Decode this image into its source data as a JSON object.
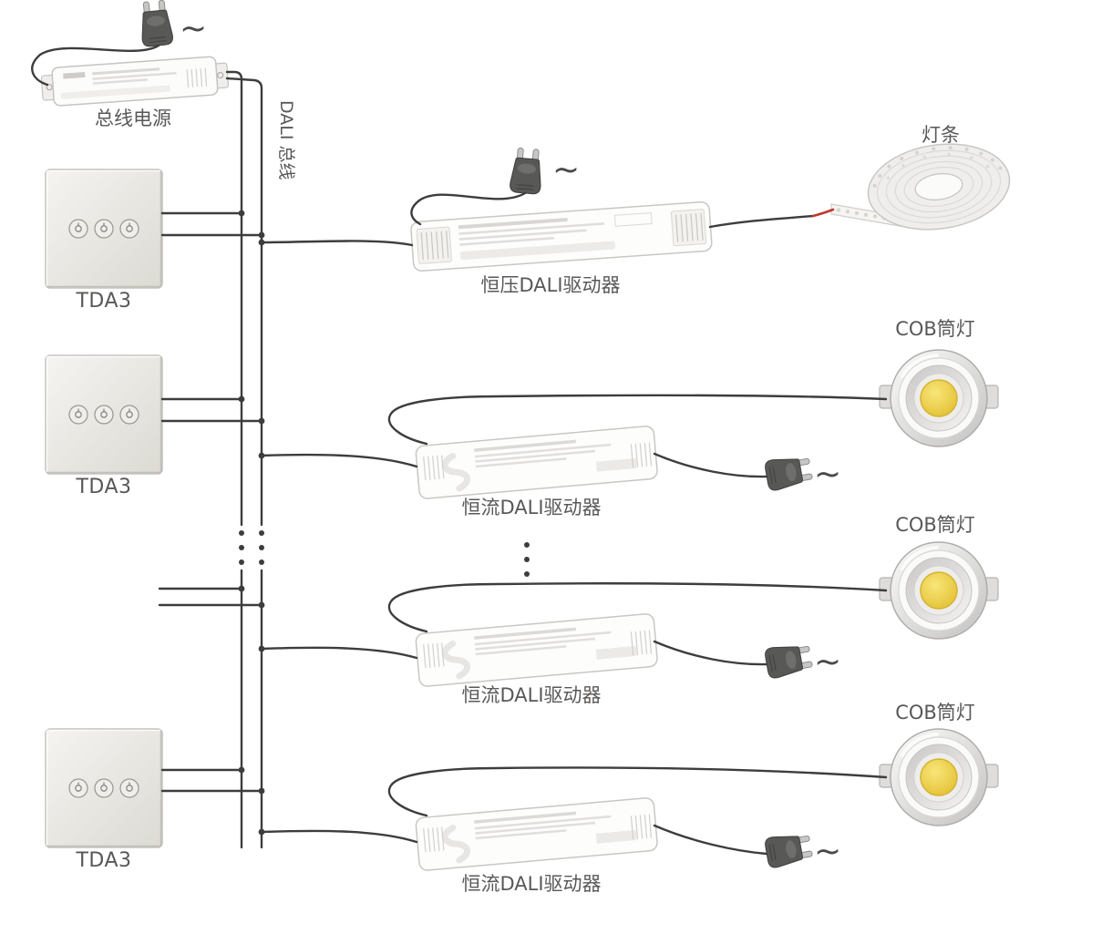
{
  "diagram": {
    "ac_symbol": "~",
    "bus_power": {
      "label": "总线电源"
    },
    "dali_bus": {
      "label": "DALI 总线"
    },
    "panels": [
      {
        "label": "TDA3"
      },
      {
        "label": "TDA3"
      },
      {
        "label": "TDA3"
      }
    ],
    "drivers": [
      {
        "label": "恒压DALI驱动器",
        "load": {
          "label": "灯条"
        }
      },
      {
        "label": "恒流DALI驱动器",
        "load": {
          "label": "COB筒灯"
        }
      },
      {
        "label": "恒流DALI驱动器",
        "load": {
          "label": "COB筒灯"
        }
      },
      {
        "label": "恒流DALI驱动器",
        "load": {
          "label": "COB筒灯"
        }
      }
    ],
    "colors": {
      "wire": "#3d3d3c",
      "label_text": "#5a5857",
      "cob_yellow": "#e8c93d",
      "live_wire": "#c0392f"
    }
  }
}
